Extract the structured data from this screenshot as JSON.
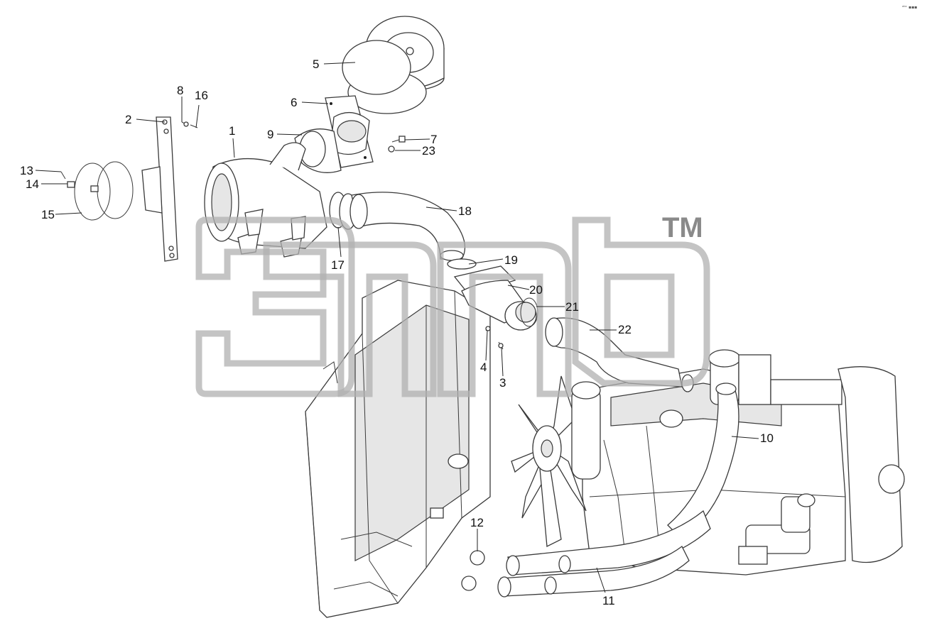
{
  "watermark": {
    "trademark": "TM"
  },
  "corner_text": "ᵃᵇᶜ ▪▪▪",
  "callouts": [
    {
      "id": "c1",
      "label": "1"
    },
    {
      "id": "c2",
      "label": "2"
    },
    {
      "id": "c3",
      "label": "3"
    },
    {
      "id": "c4",
      "label": "4"
    },
    {
      "id": "c5",
      "label": "5"
    },
    {
      "id": "c6",
      "label": "6"
    },
    {
      "id": "c7",
      "label": "7"
    },
    {
      "id": "c8",
      "label": "8"
    },
    {
      "id": "c9",
      "label": "9"
    },
    {
      "id": "c10",
      "label": "10"
    },
    {
      "id": "c11",
      "label": "11"
    },
    {
      "id": "c12",
      "label": "12"
    },
    {
      "id": "c13",
      "label": "13"
    },
    {
      "id": "c14",
      "label": "14"
    },
    {
      "id": "c15",
      "label": "15"
    },
    {
      "id": "c16",
      "label": "16"
    },
    {
      "id": "c17",
      "label": "17"
    },
    {
      "id": "c18",
      "label": "18"
    },
    {
      "id": "c19",
      "label": "19"
    },
    {
      "id": "c20",
      "label": "20"
    },
    {
      "id": "c21",
      "label": "21"
    },
    {
      "id": "c22",
      "label": "22"
    },
    {
      "id": "c23",
      "label": "23"
    }
  ]
}
